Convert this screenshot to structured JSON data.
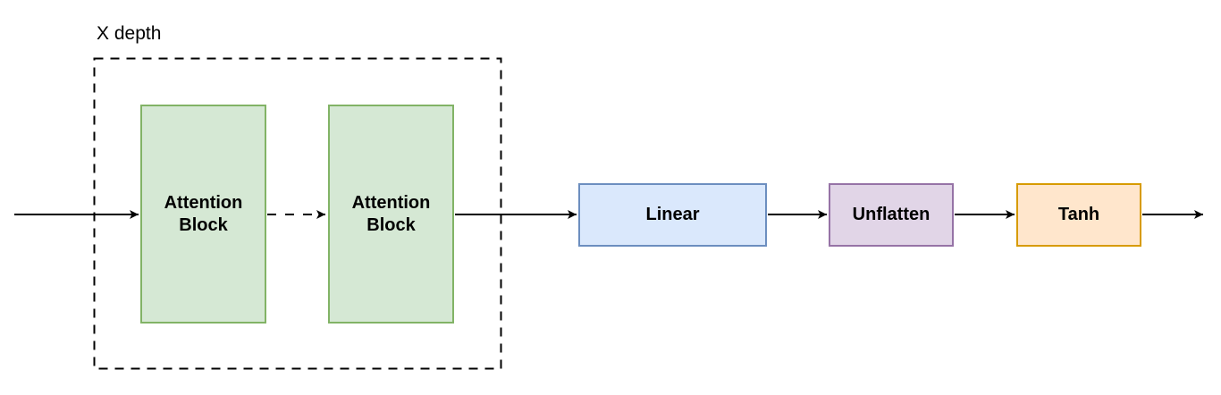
{
  "diagram": {
    "background": "#ffffff",
    "group": {
      "label": "X depth",
      "border_style": "dashed",
      "border_color": "#000000"
    },
    "nodes": [
      {
        "name": "attention-block-1",
        "label": "Attention Block",
        "fill": "#d5e8d4",
        "stroke": "#82b366",
        "in_group": true
      },
      {
        "name": "attention-block-2",
        "label": "Attention Block",
        "fill": "#d5e8d4",
        "stroke": "#82b366",
        "in_group": true
      },
      {
        "name": "linear",
        "label": "Linear",
        "fill": "#dae8fc",
        "stroke": "#6c8ebf",
        "in_group": false
      },
      {
        "name": "unflatten",
        "label": "Unflatten",
        "fill": "#e1d5e7",
        "stroke": "#9673a6",
        "in_group": false
      },
      {
        "name": "tanh",
        "label": "Tanh",
        "fill": "#ffe6cc",
        "stroke": "#d79b00",
        "in_group": false
      }
    ],
    "edges": [
      {
        "name": "input-arrow",
        "from": "input",
        "to": "attention-block-1",
        "style": "solid"
      },
      {
        "name": "attn1-to-attn2-arrow",
        "from": "attention-block-1",
        "to": "attention-block-2",
        "style": "dashed"
      },
      {
        "name": "attn2-to-linear-arrow",
        "from": "attention-block-2",
        "to": "linear",
        "style": "solid"
      },
      {
        "name": "linear-to-unflatten-arrow",
        "from": "linear",
        "to": "unflatten",
        "style": "solid"
      },
      {
        "name": "unflatten-to-tanh-arrow",
        "from": "unflatten",
        "to": "tanh",
        "style": "solid"
      },
      {
        "name": "output-arrow",
        "from": "tanh",
        "to": "output",
        "style": "solid"
      }
    ],
    "arrow_color": "#000000"
  }
}
